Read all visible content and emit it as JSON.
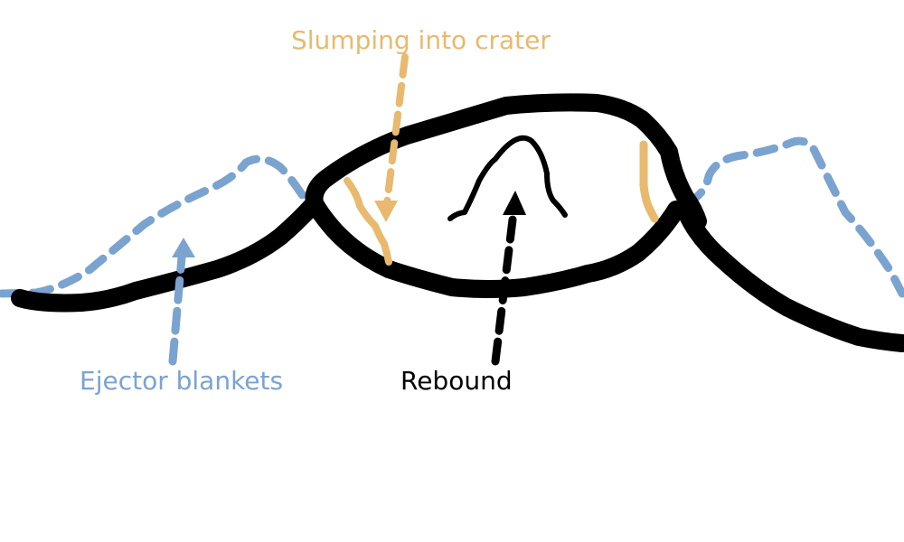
{
  "labels": {
    "slumping": "Slumping into crater",
    "ejecta": "Ejector blankets",
    "rebound": "Rebound"
  },
  "colors": {
    "ground": "#000000",
    "ejecta": "#7ba3d0",
    "slumping": "#e8b96e",
    "rebound": "#000000",
    "background": "#ffffff"
  }
}
